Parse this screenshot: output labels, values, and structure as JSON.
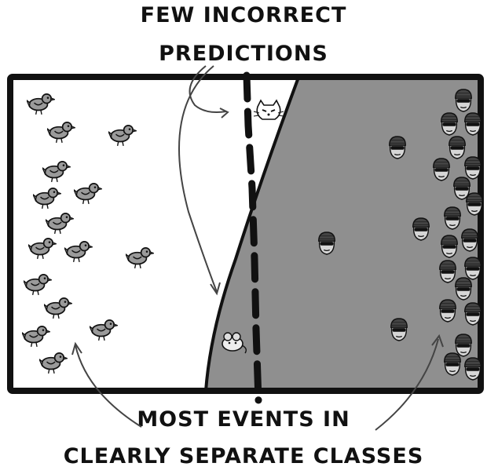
{
  "captions": {
    "top_line_1": "FEW INCORRECT",
    "top_line_2": "PREDICTIONS",
    "bottom_line_1": "MOST EVENTS IN",
    "bottom_line_2": "CLEARLY SEPARATE CLASSES"
  },
  "colors": {
    "background": "#ffffff",
    "shaded_region": "#8f8f8f",
    "outline": "#111111",
    "bird_body": "#9a9a9a",
    "robber_face": "#d6d6d6"
  },
  "icons": {
    "left_class": "bird-icon",
    "right_class": "robber-icon",
    "misclassified_left": "cat-icon",
    "misclassified_right": "mouse-icon"
  }
}
